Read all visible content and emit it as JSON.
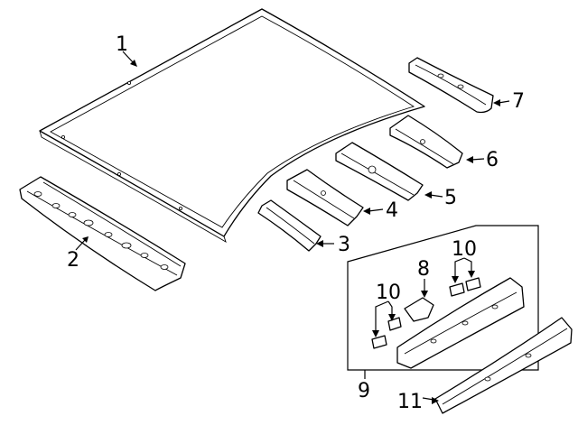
{
  "callouts": [
    {
      "id": "1",
      "text": "1"
    },
    {
      "id": "2",
      "text": "2"
    },
    {
      "id": "3",
      "text": "3"
    },
    {
      "id": "4",
      "text": "4"
    },
    {
      "id": "5",
      "text": "5"
    },
    {
      "id": "6",
      "text": "6"
    },
    {
      "id": "7",
      "text": "7"
    },
    {
      "id": "8",
      "text": "8"
    },
    {
      "id": "9",
      "text": "9"
    },
    {
      "id": "10a",
      "text": "10"
    },
    {
      "id": "10b",
      "text": "10"
    },
    {
      "id": "11",
      "text": "11"
    }
  ],
  "parts": [
    {
      "id": "roof-panel",
      "icon": "roof-panel-icon"
    },
    {
      "id": "front-header",
      "icon": "front-header-icon"
    },
    {
      "id": "roof-bow-3",
      "icon": "roof-bow-icon"
    },
    {
      "id": "roof-bow-4",
      "icon": "roof-bow-icon"
    },
    {
      "id": "roof-bow-5",
      "icon": "roof-bow-icon"
    },
    {
      "id": "roof-bow-6",
      "icon": "roof-bow-icon"
    },
    {
      "id": "rear-header",
      "icon": "rear-header-icon"
    },
    {
      "id": "side-rail",
      "icon": "side-rail-icon"
    },
    {
      "id": "outer-rail",
      "icon": "outer-rail-icon"
    }
  ]
}
